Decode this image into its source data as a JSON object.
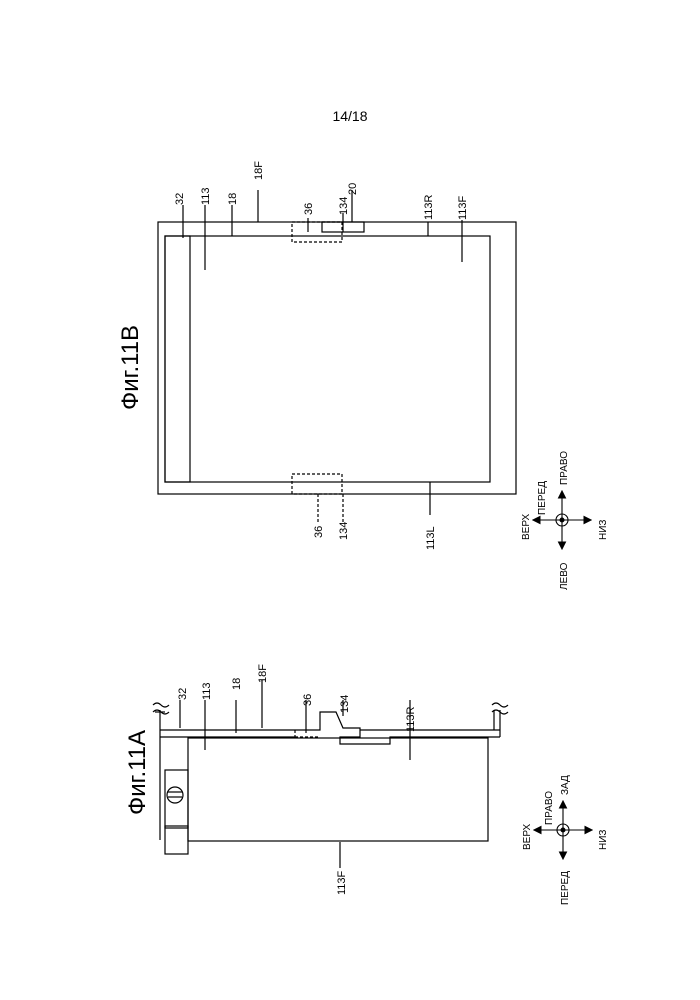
{
  "page": {
    "number": "14/18"
  },
  "figures": {
    "a": {
      "title": "Фиг.11A",
      "labels": {
        "l32": "32",
        "l113": "113",
        "l18": "18",
        "l18F": "18F",
        "l36": "36",
        "l134": "134",
        "l113R": "113R",
        "l113F": "113F"
      },
      "compass": {
        "up": "ВЕРХ",
        "down": "НИЗ",
        "left": "ПЕРЕД",
        "right": "ЗАД",
        "center": "ПРАВО"
      }
    },
    "b": {
      "title": "Фиг.11B",
      "labels": {
        "l32": "32",
        "l113": "113",
        "l18": "18",
        "l18F": "18F",
        "l36_top": "36",
        "l134_top": "134",
        "l20": "20",
        "l113R": "113R",
        "l113F": "113F",
        "l36_bottom": "36",
        "l134_bottom": "134",
        "l113L": "113L"
      },
      "compass": {
        "up": "ВЕРХ",
        "down": "НИЗ",
        "left": "ЛЕВО",
        "right": "ПРАВО",
        "center": "ПЕРЕД"
      }
    }
  }
}
